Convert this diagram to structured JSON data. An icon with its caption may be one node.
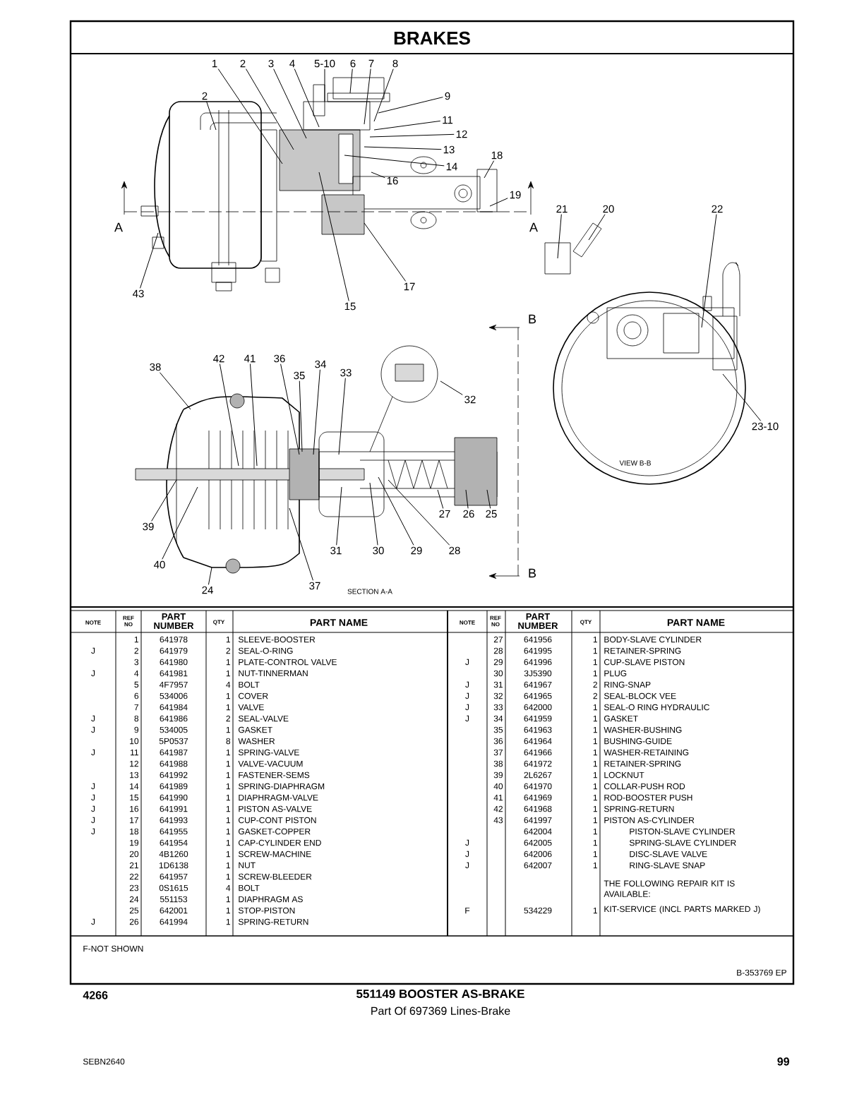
{
  "diagram": {
    "title": "BRAKES",
    "nodes": [
      {
        "text": [
          "1"
        ]
      },
      {
        "text": [
          "2"
        ]
      },
      {
        "text": [
          "3"
        ]
      },
      {
        "text": [
          "4"
        ]
      },
      {
        "text": [
          "5-10"
        ]
      },
      {
        "text": [
          "6"
        ]
      },
      {
        "text": [
          "7"
        ]
      },
      {
        "text": [
          "8"
        ]
      },
      {
        "text": [
          "2"
        ]
      },
      {
        "text": [
          "9"
        ]
      },
      {
        "text": [
          "11"
        ]
      },
      {
        "text": [
          "12"
        ]
      },
      {
        "text": [
          "13"
        ]
      },
      {
        "text": [
          "14"
        ]
      },
      {
        "text": [
          "16"
        ]
      },
      {
        "text": [
          "18"
        ]
      },
      {
        "text": [
          "19"
        ]
      },
      {
        "text": [
          "21"
        ]
      },
      {
        "text": [
          "20"
        ]
      },
      {
        "text": [
          "22"
        ]
      },
      {
        "text": [
          "43"
        ]
      },
      {
        "text": [
          "17"
        ]
      },
      {
        "text": [
          "15"
        ]
      },
      {
        "text": [
          "38"
        ]
      },
      {
        "text": [
          "42"
        ]
      },
      {
        "text": [
          "41"
        ]
      },
      {
        "text": [
          "36"
        ]
      },
      {
        "text": [
          "35"
        ]
      },
      {
        "text": [
          "34"
        ]
      },
      {
        "text": [
          "33"
        ]
      },
      {
        "text": [
          "32"
        ]
      },
      {
        "text": [
          "23-10"
        ]
      },
      {
        "text": [
          "39"
        ]
      },
      {
        "text": [
          "27"
        ]
      },
      {
        "text": [
          "26"
        ]
      },
      {
        "text": [
          "25"
        ]
      },
      {
        "text": [
          "40"
        ]
      },
      {
        "text": [
          "31"
        ]
      },
      {
        "text": [
          "30"
        ]
      },
      {
        "text": [
          "29"
        ]
      },
      {
        "text": [
          "28"
        ]
      },
      {
        "text": [
          "24"
        ]
      },
      {
        "text": [
          "37"
        ]
      }
    ],
    "edges": [
      {
        "from": 0,
        "to": null,
        "arrow": "none"
      },
      {
        "from": 1,
        "to": null,
        "arrow": "none"
      },
      {
        "from": 2,
        "to": null,
        "arrow": "none"
      },
      {
        "from": 3,
        "to": null,
        "arrow": "none"
      },
      {
        "from": 4,
        "to": null,
        "arrow": "none"
      },
      {
        "from": 5,
        "to": null,
        "arrow": "none"
      },
      {
        "from": 6,
        "to": null,
        "arrow": "none"
      },
      {
        "from": 7,
        "to": null,
        "arrow": "none"
      },
      {
        "from": 8,
        "to": null,
        "arrow": "none"
      },
      {
        "from": 9,
        "to": null,
        "arrow": "none"
      },
      {
        "from": 10,
        "to": null,
        "arrow": "none"
      },
      {
        "from": 11,
        "to": null,
        "arrow": "none"
      },
      {
        "from": 12,
        "to": null,
        "arrow": "none"
      },
      {
        "from": 13,
        "to": null,
        "arrow": "none"
      },
      {
        "from": 14,
        "to": null,
        "arrow": "none"
      },
      {
        "from": 15,
        "to": null,
        "arrow": "none"
      },
      {
        "from": 16,
        "to": null,
        "arrow": "none"
      },
      {
        "from": 17,
        "to": null,
        "arrow": "none"
      },
      {
        "from": 18,
        "to": null,
        "arrow": "none"
      },
      {
        "from": 19,
        "to": null,
        "arrow": "none"
      },
      {
        "from": 20,
        "to": null,
        "arrow": "none"
      },
      {
        "from": 21,
        "to": null,
        "arrow": "none"
      },
      {
        "from": 22,
        "to": null,
        "arrow": "none"
      },
      {
        "from": 23,
        "to": null,
        "arrow": "none"
      },
      {
        "from": 24,
        "to": null,
        "arrow": "none"
      },
      {
        "from": 25,
        "to": null,
        "arrow": "none"
      },
      {
        "from": 26,
        "to": null,
        "arrow": "none"
      },
      {
        "from": 27,
        "to": null,
        "arrow": "none"
      },
      {
        "from": 28,
        "to": null,
        "arrow": "none"
      },
      {
        "from": 29,
        "to": null,
        "arrow": "none"
      },
      {
        "from": 30,
        "to": null,
        "arrow": "none"
      },
      {
        "from": 31,
        "to": null,
        "arrow": "none"
      },
      {
        "from": 32,
        "to": null,
        "arrow": "none"
      },
      {
        "from": 33,
        "to": null,
        "arrow": "none"
      },
      {
        "from": 34,
        "to": null,
        "arrow": "none"
      },
      {
        "from": 35,
        "to": null,
        "arrow": "none"
      },
      {
        "from": 36,
        "to": null,
        "arrow": "none"
      },
      {
        "from": 37,
        "to": null,
        "arrow": "none"
      },
      {
        "from": 38,
        "to": null,
        "arrow": "none"
      },
      {
        "from": 39,
        "to": null,
        "arrow": "none"
      },
      {
        "from": 40,
        "to": null,
        "arrow": "none"
      },
      {
        "from": 41,
        "to": null,
        "arrow": "none"
      },
      {
        "from": 42,
        "to": null,
        "arrow": "none"
      }
    ],
    "labels": [
      "A",
      "A",
      "B",
      "VIEW B-B",
      "SECTION A-A",
      "B",
      "NOTE",
      "REF NO",
      "PART NUMBER",
      "QTY",
      "PART NAME",
      "NOTE",
      "REF NO",
      "PART NUMBER",
      "QTY",
      "PART NAME",
      "1",
      "641978",
      "1",
      "SLEEVE-BOOSTER",
      "J",
      "2",
      "641979",
      "2",
      "SEAL-O-RING",
      "3",
      "641980",
      "1",
      "PLATE-CONTROL VALVE",
      "J",
      "4",
      "641981",
      "1",
      "NUT-TINNERMAN",
      "5",
      "4F7957",
      "4",
      "BOLT",
      "6",
      "534006",
      "1",
      "COVER",
      "7",
      "641984",
      "1",
      "VALVE",
      "J",
      "8",
      "641986",
      "2",
      "SEAL-VALVE",
      "J",
      "9",
      "534005",
      "1",
      "GASKET",
      "10",
      "5P0537",
      "8",
      "WASHER",
      "J",
      "11",
      "641987",
      "1",
      "SPRING-VALVE",
      "12",
      "641988",
      "1",
      "VALVE-VACUUM",
      "13",
      "641992",
      "1",
      "FASTENER-SEMS",
      "J",
      "14",
      "641989",
      "1",
      "SPRING-DIAPHRAGM",
      "J",
      "15",
      "641990",
      "1",
      "DIAPHRAGM-VALVE",
      "J",
      "16",
      "641991",
      "1",
      "PISTON AS-VALVE",
      "J",
      "17",
      "641993",
      "1",
      "CUP-CONT PISTON",
      "J",
      "18",
      "641955",
      "1",
      "GASKET-COPPER",
      "19",
      "641954",
      "1",
      "CAP-CYLINDER END",
      "20",
      "4B1260",
      "1",
      "SCREW-MACHINE",
      "21",
      "1D6138",
      "1",
      "NUT",
      "22",
      "641957",
      "1",
      "SCREW-BLEEDER",
      "23",
      "0S1615",
      "4",
      "BOLT",
      "24",
      "551153",
      "1",
      "DIAPHRAGM AS",
      "25",
      "642001",
      "1",
      "STOP-PISTON",
      "J",
      "26",
      "641994",
      "1",
      "SPRING-RETURN",
      "27",
      "641956",
      "1",
      "BODY-SLAVE CYLINDER",
      "28",
      "641995",
      "1",
      "RETAINER-SPRING",
      "J",
      "29",
      "641996",
      "1",
      "CUP-SLAVE PISTON",
      "30",
      "3J5390",
      "1",
      "PLUG",
      "J",
      "31",
      "641967",
      "2",
      "RING-SNAP",
      "J",
      "32",
      "641965",
      "2",
      "SEAL-BLOCK VEE",
      "J",
      "33",
      "642000",
      "1",
      "SEAL-O RING HYDRAULIC",
      "J",
      "34",
      "641959",
      "1",
      "GASKET",
      "35",
      "641963",
      "1",
      "WASHER-BUSHING",
      "36",
      "641964",
      "1",
      "BUSHING-GUIDE",
      "37",
      "641966",
      "1",
      "WASHER-RETAINING",
      "38",
      "641972",
      "1",
      "RETAINER-SPRING",
      "39",
      "2L6267",
      "1",
      "LOCKNUT",
      "40",
      "641970",
      "1",
      "COLLAR-PUSH ROD",
      "41",
      "641969",
      "1",
      "ROD-BOOSTER PUSH",
      "42",
      "641968",
      "1",
      "SPRING-RETURN",
      "43",
      "641997",
      "1",
      "PISTON AS-CYLINDER",
      "642004",
      "1",
      "PISTON-SLAVE CYLINDER",
      "J",
      "642005",
      "1",
      "SPRING-SLAVE CYLINDER",
      "J",
      "642006",
      "1",
      "DISC-SLAVE VALVE",
      "J",
      "642007",
      "1",
      "RING-SLAVE SNAP",
      "THE FOLLOWING REPAIR KIT IS AVAILABLE:",
      "F",
      "534229",
      "1",
      "KIT-SERVICE (INCL PARTS MARKED J)",
      "F-NOT SHOWN",
      "B-353769 EP",
      "4266",
      "551149 BOOSTER AS-BRAKE",
      "Part Of 697369 Lines-Brake",
      "SEBN2640",
      "99"
    ]
  }
}
